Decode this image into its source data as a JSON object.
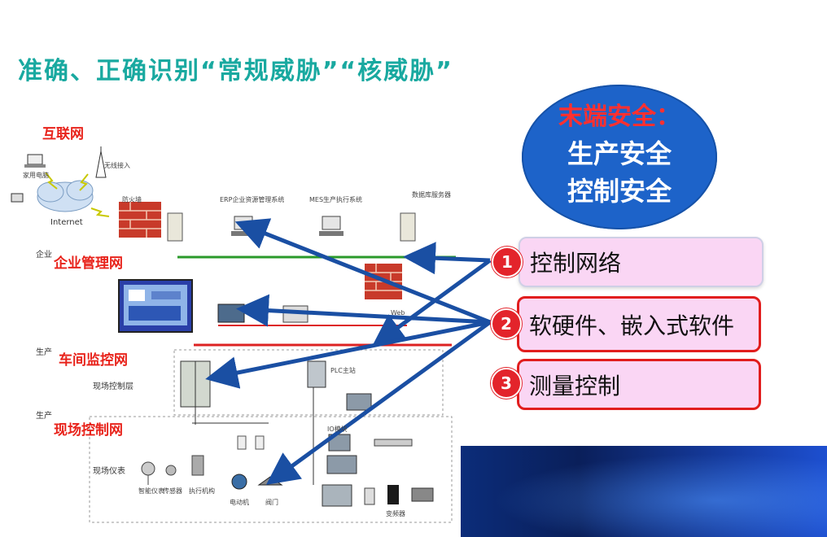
{
  "title": "准确、正确识别“常规威胁”“核威胁”",
  "networks": {
    "internet": "互联网",
    "enterprise": "企业管理网",
    "workshop": "车间监控网",
    "field": "现场控制网"
  },
  "circle": {
    "line1": "末端安全：",
    "line2": "生产安全",
    "line3": "控制安全"
  },
  "items": [
    {
      "num": "1",
      "label": "控制网络"
    },
    {
      "num": "2",
      "label": "软硬件、嵌入式软件"
    },
    {
      "num": "3",
      "label": "测量控制"
    }
  ],
  "diagram_labels": {
    "internet_cloud": "Internet",
    "firewall": "防火墙",
    "wireless": "无线接入",
    "home_pc": "家用电脑",
    "field_control_layer": "现场控制层",
    "field_instruments": "现场仪表",
    "motor": "电动机",
    "valve": "阀门",
    "actuator": "执行机构",
    "sensor": "传感器",
    "smart_instrument": "智能仪表",
    "io_module": "IO模块",
    "plc": "PLC主站",
    "frequency": "变频器",
    "erp": "ERP企业资源管理系统",
    "mes": "MES生产执行系统",
    "db": "数据库服务器",
    "web": "Web",
    "enterprise_prefix": "企业",
    "workshop_prefix": "生产",
    "field_prefix": "生产"
  },
  "colors": {
    "title": "#19a9a0",
    "network_label": "#e8231b",
    "arrow": "#1a4fa3",
    "circle": "#1d63c9",
    "badge": "#e3242b",
    "box_fill": "#fad6f4"
  }
}
